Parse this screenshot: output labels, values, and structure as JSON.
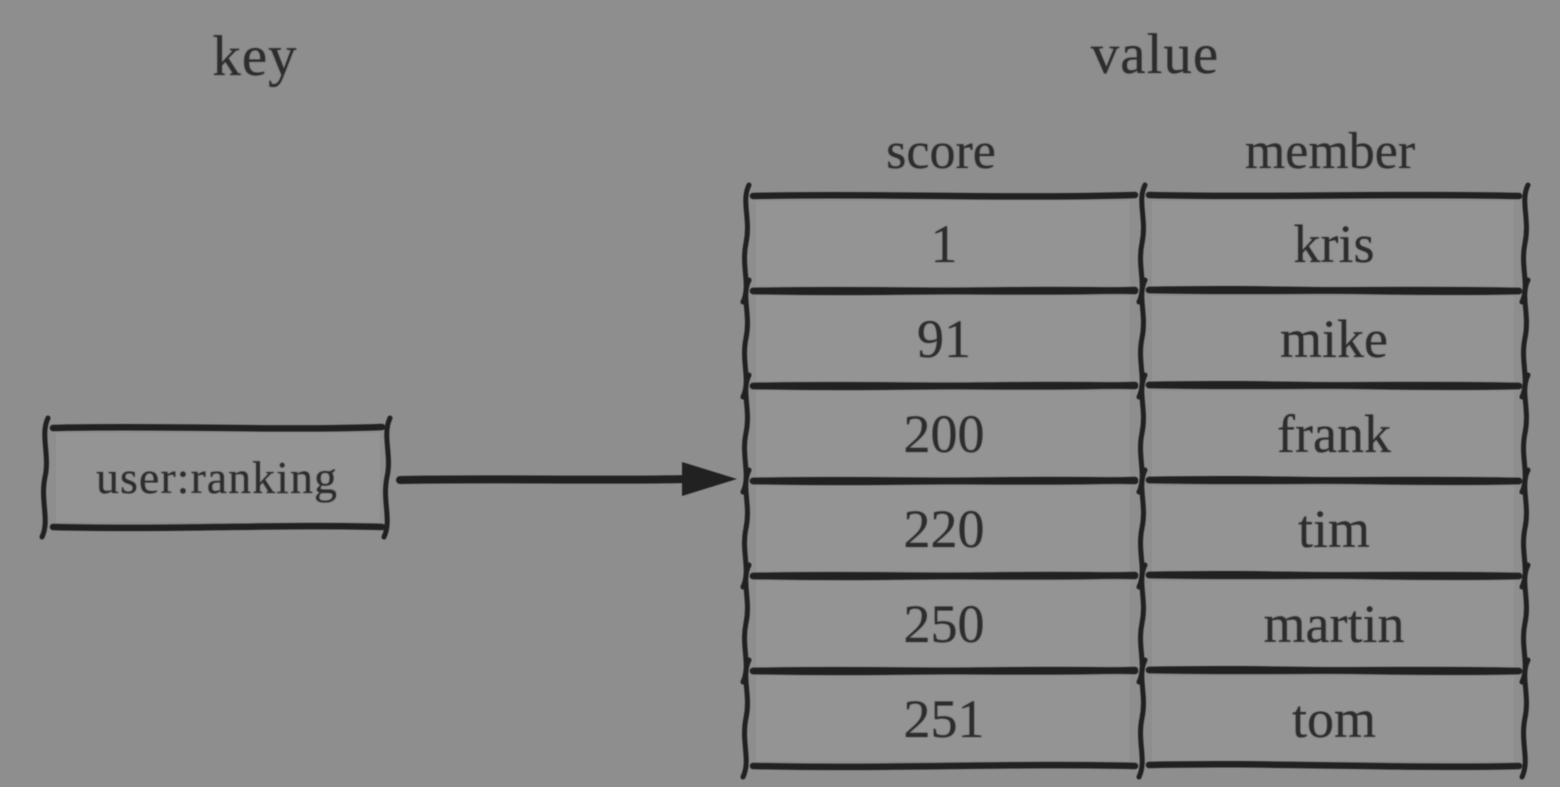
{
  "labels": {
    "key": "key",
    "value": "value"
  },
  "key_box": {
    "text": "user:ranking"
  },
  "table": {
    "columns": [
      "score",
      "member"
    ],
    "rows": [
      {
        "score": "1",
        "member": "kris"
      },
      {
        "score": "91",
        "member": "mike"
      },
      {
        "score": "200",
        "member": "frank"
      },
      {
        "score": "220",
        "member": "tim"
      },
      {
        "score": "250",
        "member": "martin"
      },
      {
        "score": "251",
        "member": "tom"
      }
    ]
  },
  "colors": {
    "background": "#8e8e8e",
    "ink": "#212121",
    "text": "#2d2d2d",
    "cell_fill": "#949494"
  }
}
